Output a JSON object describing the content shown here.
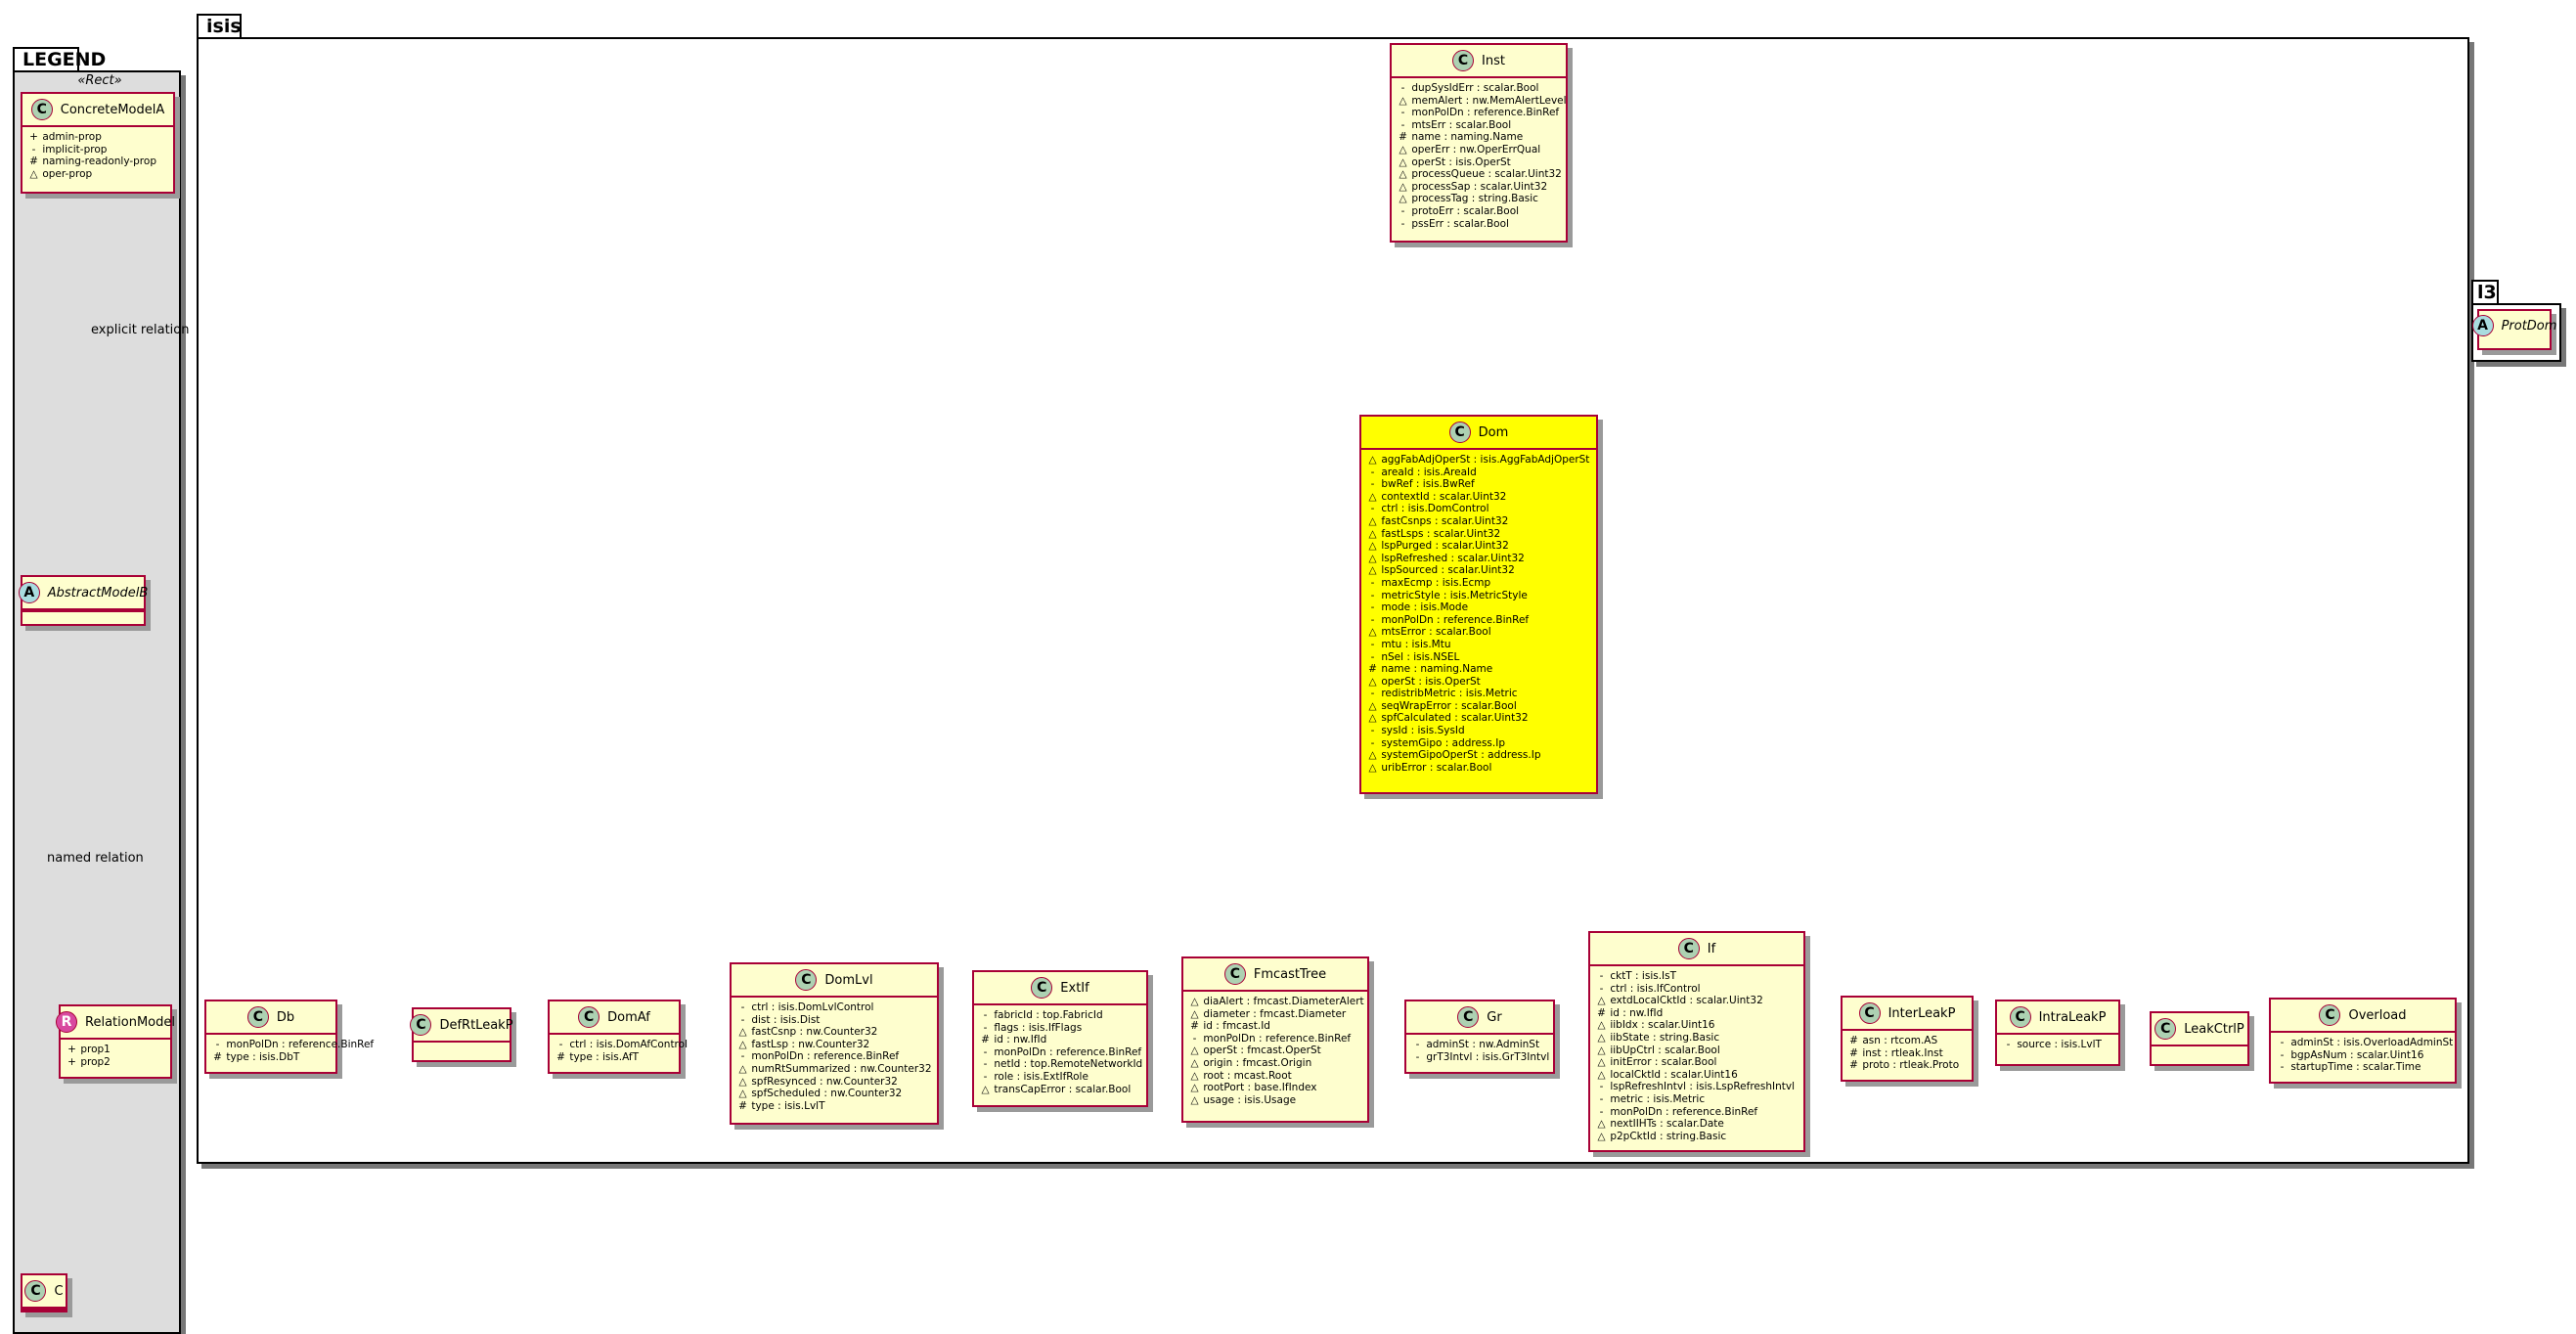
{
  "legend": {
    "package": "LEGEND",
    "stereotype": "«Rect»",
    "concrete": {
      "name": "ConcreteModelA",
      "props": [
        {
          "v": "+",
          "t": "admin-prop"
        },
        {
          "v": "-",
          "t": "implicit-prop"
        },
        {
          "v": "#",
          "t": "naming-readonly-prop"
        },
        {
          "v": "△",
          "t": "oper-prop"
        }
      ]
    },
    "abstract": {
      "name": "AbstractModelB"
    },
    "relation": {
      "name": "RelationModel",
      "props": [
        {
          "v": "+",
          "t": "prop1"
        },
        {
          "v": "+",
          "t": "prop2"
        }
      ]
    },
    "c": {
      "name": "C"
    },
    "explicit_label": "explicit relation",
    "named_label": "named relation"
  },
  "isis": {
    "package": "isis"
  },
  "l3": {
    "package": "l3",
    "protdom": "ProtDom"
  },
  "inst": {
    "name": "Inst",
    "props": [
      {
        "v": "-",
        "t": "dupSysIdErr : scalar.Bool"
      },
      {
        "v": "△",
        "t": "memAlert : nw.MemAlertLevel"
      },
      {
        "v": "-",
        "t": "monPolDn : reference.BinRef"
      },
      {
        "v": "-",
        "t": "mtsErr : scalar.Bool"
      },
      {
        "v": "#",
        "t": "name : naming.Name"
      },
      {
        "v": "△",
        "t": "operErr : nw.OperErrQual"
      },
      {
        "v": "△",
        "t": "operSt : isis.OperSt"
      },
      {
        "v": "△",
        "t": "processQueue : scalar.Uint32"
      },
      {
        "v": "△",
        "t": "processSap : scalar.Uint32"
      },
      {
        "v": "△",
        "t": "processTag : string.Basic"
      },
      {
        "v": "-",
        "t": "protoErr : scalar.Bool"
      },
      {
        "v": "-",
        "t": "pssErr : scalar.Bool"
      }
    ]
  },
  "dom": {
    "name": "Dom",
    "props": [
      {
        "v": "△",
        "t": "aggFabAdjOperSt : isis.AggFabAdjOperSt"
      },
      {
        "v": "-",
        "t": "areaId : isis.AreaId"
      },
      {
        "v": "-",
        "t": "bwRef : isis.BwRef"
      },
      {
        "v": "△",
        "t": "contextId : scalar.Uint32"
      },
      {
        "v": "-",
        "t": "ctrl : isis.DomControl"
      },
      {
        "v": "△",
        "t": "fastCsnps : scalar.Uint32"
      },
      {
        "v": "△",
        "t": "fastLsps : scalar.Uint32"
      },
      {
        "v": "△",
        "t": "lspPurged : scalar.Uint32"
      },
      {
        "v": "△",
        "t": "lspRefreshed : scalar.Uint32"
      },
      {
        "v": "△",
        "t": "lspSourced : scalar.Uint32"
      },
      {
        "v": "-",
        "t": "maxEcmp : isis.Ecmp"
      },
      {
        "v": "-",
        "t": "metricStyle : isis.MetricStyle"
      },
      {
        "v": "-",
        "t": "mode : isis.Mode"
      },
      {
        "v": "-",
        "t": "monPolDn : reference.BinRef"
      },
      {
        "v": "△",
        "t": "mtsError : scalar.Bool"
      },
      {
        "v": "-",
        "t": "mtu : isis.Mtu"
      },
      {
        "v": "-",
        "t": "nSel : isis.NSEL"
      },
      {
        "v": "#",
        "t": "name : naming.Name"
      },
      {
        "v": "△",
        "t": "operSt : isis.OperSt"
      },
      {
        "v": "-",
        "t": "redistribMetric : isis.Metric"
      },
      {
        "v": "△",
        "t": "seqWrapError : scalar.Bool"
      },
      {
        "v": "△",
        "t": "spfCalculated : scalar.Uint32"
      },
      {
        "v": "-",
        "t": "sysId : isis.SysId"
      },
      {
        "v": "-",
        "t": "systemGipo : address.Ip"
      },
      {
        "v": "△",
        "t": "systemGipoOperSt : address.Ip"
      },
      {
        "v": "△",
        "t": "uribError : scalar.Bool"
      }
    ]
  },
  "children": [
    {
      "key": "db",
      "name": "Db",
      "props": [
        {
          "v": "-",
          "t": "monPolDn : reference.BinRef"
        },
        {
          "v": "#",
          "t": "type : isis.DbT"
        }
      ]
    },
    {
      "key": "defrtleakp",
      "name": "DefRtLeakP",
      "props": []
    },
    {
      "key": "domaf",
      "name": "DomAf",
      "props": [
        {
          "v": "-",
          "t": "ctrl : isis.DomAfControl"
        },
        {
          "v": "#",
          "t": "type : isis.AfT"
        }
      ]
    },
    {
      "key": "domlvl",
      "name": "DomLvl",
      "props": [
        {
          "v": "-",
          "t": "ctrl : isis.DomLvlControl"
        },
        {
          "v": "-",
          "t": "dist : isis.Dist"
        },
        {
          "v": "△",
          "t": "fastCsnp : nw.Counter32"
        },
        {
          "v": "△",
          "t": "fastLsp : nw.Counter32"
        },
        {
          "v": "-",
          "t": "monPolDn : reference.BinRef"
        },
        {
          "v": "△",
          "t": "numRtSummarized : nw.Counter32"
        },
        {
          "v": "△",
          "t": "spfResynced : nw.Counter32"
        },
        {
          "v": "△",
          "t": "spfScheduled : nw.Counter32"
        },
        {
          "v": "#",
          "t": "type : isis.LvlT"
        }
      ]
    },
    {
      "key": "extif",
      "name": "ExtIf",
      "props": [
        {
          "v": "-",
          "t": "fabricId : top.FabricId"
        },
        {
          "v": "-",
          "t": "flags : isis.IfFlags"
        },
        {
          "v": "#",
          "t": "id : nw.IfId"
        },
        {
          "v": "-",
          "t": "monPolDn : reference.BinRef"
        },
        {
          "v": "-",
          "t": "netId : top.RemoteNetworkId"
        },
        {
          "v": "-",
          "t": "role : isis.ExtIfRole"
        },
        {
          "v": "△",
          "t": "transCapError : scalar.Bool"
        }
      ]
    },
    {
      "key": "fmcasttree",
      "name": "FmcastTree",
      "props": [
        {
          "v": "△",
          "t": "diaAlert : fmcast.DiameterAlert"
        },
        {
          "v": "△",
          "t": "diameter : fmcast.Diameter"
        },
        {
          "v": "#",
          "t": "id : fmcast.Id"
        },
        {
          "v": "-",
          "t": "monPolDn : reference.BinRef"
        },
        {
          "v": "△",
          "t": "operSt : fmcast.OperSt"
        },
        {
          "v": "△",
          "t": "origin : fmcast.Origin"
        },
        {
          "v": "△",
          "t": "root : mcast.Root"
        },
        {
          "v": "△",
          "t": "rootPort : base.IfIndex"
        },
        {
          "v": "△",
          "t": "usage : isis.Usage"
        }
      ]
    },
    {
      "key": "gr",
      "name": "Gr",
      "props": [
        {
          "v": "-",
          "t": "adminSt : nw.AdminSt"
        },
        {
          "v": "-",
          "t": "grT3Intvl : isis.GrT3Intvl"
        }
      ]
    },
    {
      "key": "if",
      "name": "If",
      "props": [
        {
          "v": "-",
          "t": "cktT : isis.IsT"
        },
        {
          "v": "-",
          "t": "ctrl : isis.IfControl"
        },
        {
          "v": "△",
          "t": "extdLocalCktId : scalar.Uint32"
        },
        {
          "v": "#",
          "t": "id : nw.IfId"
        },
        {
          "v": "△",
          "t": "iibIdx : scalar.Uint16"
        },
        {
          "v": "△",
          "t": "iibState : string.Basic"
        },
        {
          "v": "△",
          "t": "iibUpCtrl : scalar.Bool"
        },
        {
          "v": "△",
          "t": "initError : scalar.Bool"
        },
        {
          "v": "△",
          "t": "localCktId : scalar.Uint16"
        },
        {
          "v": "-",
          "t": "lspRefreshIntvl : isis.LspRefreshIntvl"
        },
        {
          "v": "-",
          "t": "metric : isis.Metric"
        },
        {
          "v": "-",
          "t": "monPolDn : reference.BinRef"
        },
        {
          "v": "△",
          "t": "nextIIHTs : scalar.Date"
        },
        {
          "v": "△",
          "t": "p2pCktId : string.Basic"
        }
      ]
    },
    {
      "key": "interleakp",
      "name": "InterLeakP",
      "props": [
        {
          "v": "#",
          "t": "asn : rtcom.AS"
        },
        {
          "v": "#",
          "t": "inst : rtleak.Inst"
        },
        {
          "v": "#",
          "t": "proto : rtleak.Proto"
        }
      ]
    },
    {
      "key": "intraleakp",
      "name": "IntraLeakP",
      "props": [
        {
          "v": "-",
          "t": "source : isis.LvlT"
        }
      ]
    },
    {
      "key": "leakctrlp",
      "name": "LeakCtrlP",
      "props": []
    },
    {
      "key": "overload",
      "name": "Overload",
      "props": [
        {
          "v": "-",
          "t": "adminSt : isis.OverloadAdminSt"
        },
        {
          "v": "-",
          "t": "bgpAsNum : scalar.Uint16"
        },
        {
          "v": "-",
          "t": "startupTime : scalar.Time"
        }
      ]
    }
  ]
}
